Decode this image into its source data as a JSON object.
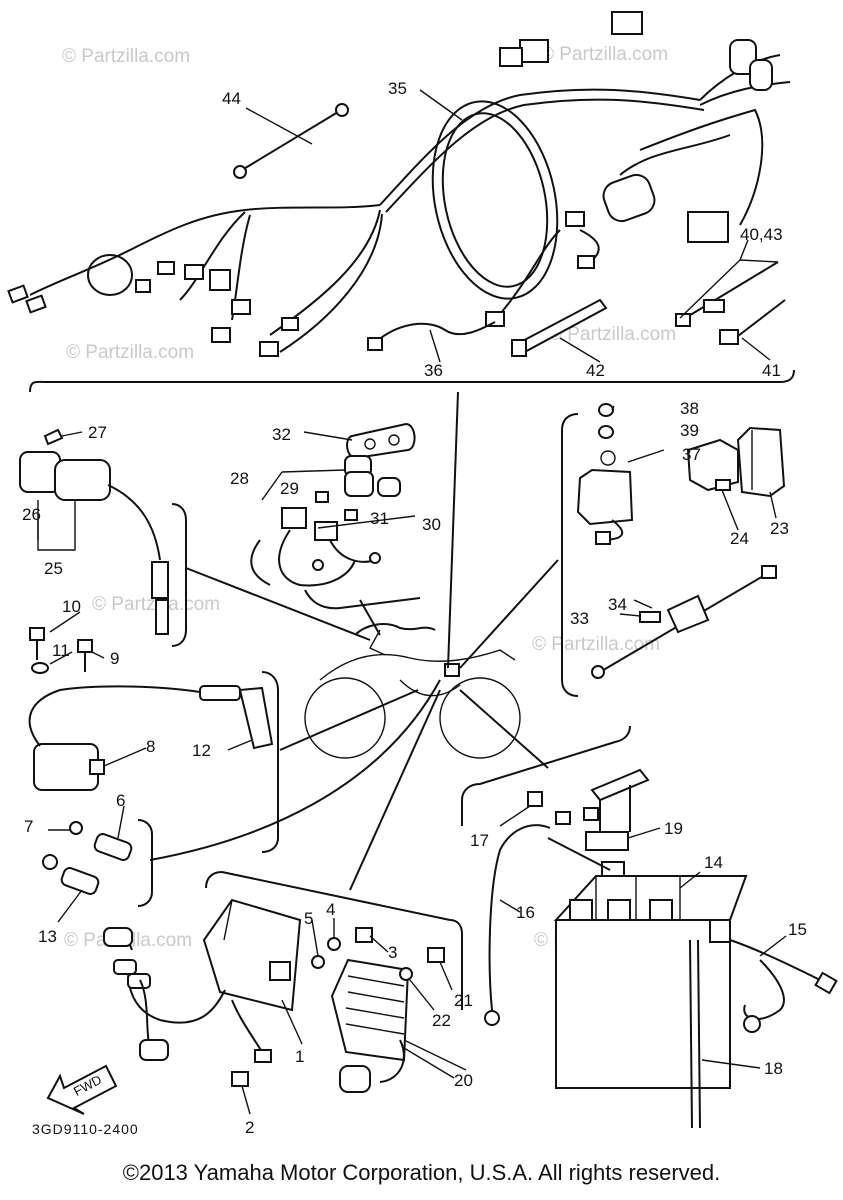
{
  "watermark": "© Partzilla.com",
  "diagram_code": "3GD9110-2400",
  "fwd_label": "FWD",
  "copyright": "©2013 Yamaha Motor Corporation, U.S.A. All rights reserved.",
  "callouts": [
    "1",
    "2",
    "3",
    "4",
    "5",
    "6",
    "7",
    "8",
    "9",
    "10",
    "11",
    "12",
    "13",
    "14",
    "15",
    "16",
    "17",
    "18",
    "19",
    "20",
    "21",
    "22",
    "23",
    "24",
    "25",
    "26",
    "27",
    "28",
    "29",
    "30",
    "31",
    "32",
    "33",
    "34",
    "35",
    "36",
    "37",
    "38",
    "39",
    "40,43",
    "41",
    "42",
    "44"
  ]
}
